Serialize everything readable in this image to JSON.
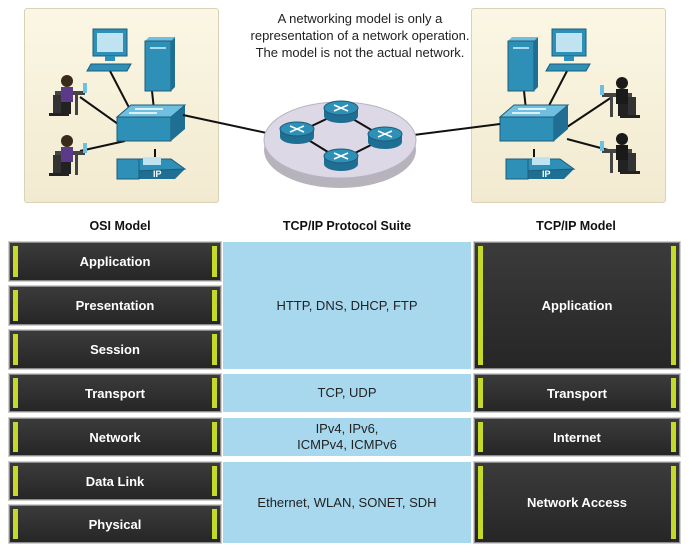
{
  "caption": [
    "A networking model is only a",
    "representation of a network operation.",
    "The model is not the actual network."
  ],
  "headings": {
    "osi": "OSI Model",
    "suite": "TCP/IP Protocol Suite",
    "tcpip": "TCP/IP Model"
  },
  "osi_layers": [
    "Application",
    "Presentation",
    "Session",
    "Transport",
    "Network",
    "Data Link",
    "Physical"
  ],
  "protocols": {
    "application": "HTTP, DNS, DHCP, FTP",
    "transport": "TCP, UDP",
    "internet": [
      "IPv4, IPv6,",
      "ICMPv4, ICMPv6"
    ],
    "network_access": "Ethernet, WLAN, SONET, SDH"
  },
  "tcpip_layers": [
    "Application",
    "Transport",
    "Internet",
    "Network Access"
  ],
  "phone_label": "IP",
  "colors": {
    "layer_fill": "#2b2b2b",
    "layer_accent": "#c4d92a",
    "protocol_fill": "#a7d8ee",
    "device_blue": "#2e8fb7",
    "panel_fill": "#f6f0d8"
  },
  "icons": [
    "desktop-computer-icon",
    "tower-server-icon",
    "user-at-desk-icon",
    "switch-icon",
    "ip-phone-icon",
    "router-icon",
    "cloud-icon"
  ]
}
